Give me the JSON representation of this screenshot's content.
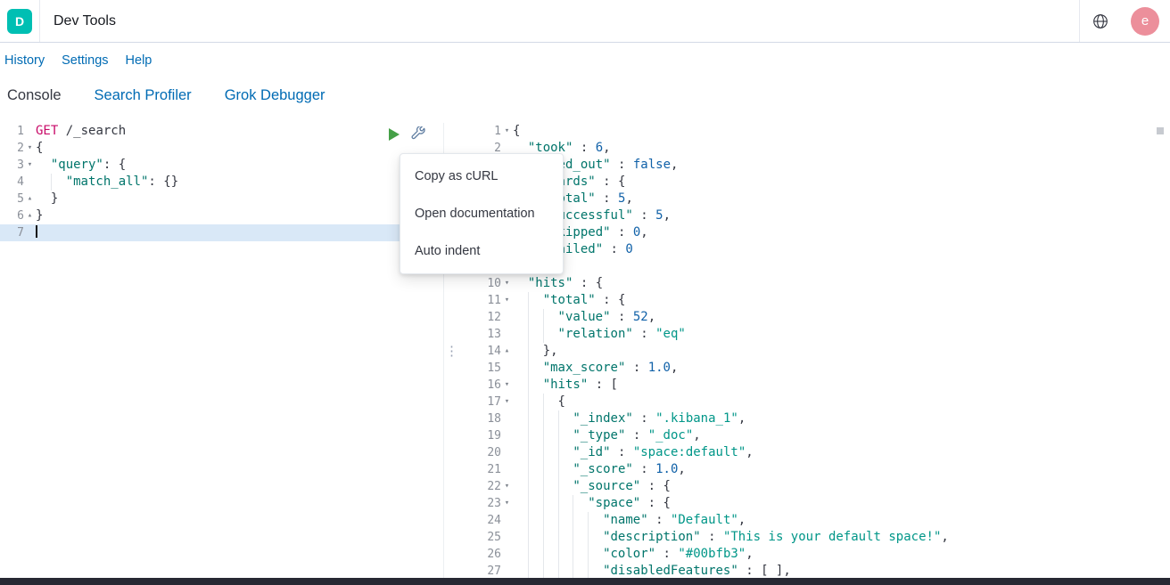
{
  "header": {
    "logo_letter": "D",
    "title": "Dev Tools",
    "avatar_letter": "e"
  },
  "nav": {
    "items": [
      "History",
      "Settings",
      "Help"
    ]
  },
  "tabs": [
    {
      "label": "Console",
      "active": true
    },
    {
      "label": "Search Profiler",
      "active": false
    },
    {
      "label": "Grok Debugger",
      "active": false
    }
  ],
  "icons": {
    "fold_open": "▾",
    "fold_close": "▴",
    "drag_handle": "⋮",
    "play": "play-icon",
    "wrench": "wrench-icon",
    "help": "globe-icon"
  },
  "colors": {
    "accent_teal": "#00bfb3",
    "link_blue": "#006bb4",
    "method_magenta": "#c80a68",
    "key_green": "#00756b",
    "string_teal": "#009688",
    "number_blue": "#1061a8",
    "play_green": "#45a047",
    "avatar_pink": "#ec8f9b"
  },
  "context_menu": {
    "items": [
      "Copy as cURL",
      "Open documentation",
      "Auto indent"
    ]
  },
  "request_editor": {
    "lines": [
      {
        "n": "1",
        "fold": "",
        "ind": 0,
        "seg": [
          [
            "method",
            "GET"
          ],
          [
            "punct",
            " "
          ],
          [
            "url",
            "/_search"
          ]
        ]
      },
      {
        "n": "2",
        "fold": "down",
        "ind": 0,
        "seg": [
          [
            "punct",
            "{"
          ]
        ]
      },
      {
        "n": "3",
        "fold": "down",
        "ind": 1,
        "seg": [
          [
            "key",
            "\"query\""
          ],
          [
            "punct",
            ": {"
          ]
        ]
      },
      {
        "n": "4",
        "fold": "",
        "ind": 2,
        "seg": [
          [
            "key",
            "\"match_all\""
          ],
          [
            "punct",
            ": {}"
          ]
        ]
      },
      {
        "n": "5",
        "fold": "up",
        "ind": 1,
        "seg": [
          [
            "punct",
            "}"
          ]
        ]
      },
      {
        "n": "6",
        "fold": "up",
        "ind": 0,
        "seg": [
          [
            "punct",
            "}"
          ]
        ]
      },
      {
        "n": "7",
        "fold": "",
        "ind": 0,
        "active": true,
        "cursor": true,
        "seg": []
      }
    ]
  },
  "response_editor": {
    "lines": [
      {
        "n": "1",
        "fold": "down",
        "ind": 0,
        "seg": [
          [
            "punct",
            "{"
          ]
        ]
      },
      {
        "n": "2",
        "fold": "",
        "ind": 1,
        "seg": [
          [
            "key",
            "\"took\""
          ],
          [
            "punct",
            " : "
          ],
          [
            "num",
            "6"
          ],
          [
            "punct",
            ","
          ]
        ]
      },
      {
        "n": "3",
        "fold": "",
        "ind": 1,
        "seg": [
          [
            "key",
            "\"timed_out\""
          ],
          [
            "punct",
            " : "
          ],
          [
            "bool",
            "false"
          ],
          [
            "punct",
            ","
          ]
        ]
      },
      {
        "n": "4",
        "fold": "",
        "ind": 1,
        "seg": [
          [
            "key",
            "\"_shards\""
          ],
          [
            "punct",
            " : {"
          ]
        ]
      },
      {
        "n": "5",
        "fold": "",
        "ind": 2,
        "seg": [
          [
            "key",
            "\"total\""
          ],
          [
            "punct",
            " : "
          ],
          [
            "num",
            "5"
          ],
          [
            "punct",
            ","
          ]
        ]
      },
      {
        "n": "6",
        "fold": "",
        "ind": 2,
        "seg": [
          [
            "key",
            "\"successful\""
          ],
          [
            "punct",
            " : "
          ],
          [
            "num",
            "5"
          ],
          [
            "punct",
            ","
          ]
        ]
      },
      {
        "n": "7",
        "fold": "",
        "ind": 2,
        "seg": [
          [
            "key",
            "\"skipped\""
          ],
          [
            "punct",
            " : "
          ],
          [
            "num",
            "0"
          ],
          [
            "punct",
            ","
          ]
        ]
      },
      {
        "n": "8",
        "fold": "",
        "ind": 2,
        "seg": [
          [
            "key",
            "\"failed\""
          ],
          [
            "punct",
            " : "
          ],
          [
            "num",
            "0"
          ]
        ]
      },
      {
        "n": "9",
        "fold": "",
        "ind": 1,
        "seg": [
          [
            "punct",
            "},"
          ]
        ]
      },
      {
        "n": "10",
        "fold": "down",
        "ind": 1,
        "seg": [
          [
            "key",
            "\"hits\""
          ],
          [
            "punct",
            " : {"
          ]
        ]
      },
      {
        "n": "11",
        "fold": "down",
        "ind": 2,
        "seg": [
          [
            "key",
            "\"total\""
          ],
          [
            "punct",
            " : {"
          ]
        ]
      },
      {
        "n": "12",
        "fold": "",
        "ind": 3,
        "seg": [
          [
            "key",
            "\"value\""
          ],
          [
            "punct",
            " : "
          ],
          [
            "num",
            "52"
          ],
          [
            "punct",
            ","
          ]
        ]
      },
      {
        "n": "13",
        "fold": "",
        "ind": 3,
        "seg": [
          [
            "key",
            "\"relation\""
          ],
          [
            "punct",
            " : "
          ],
          [
            "str",
            "\"eq\""
          ]
        ]
      },
      {
        "n": "14",
        "fold": "up",
        "ind": 2,
        "seg": [
          [
            "punct",
            "},"
          ]
        ]
      },
      {
        "n": "15",
        "fold": "",
        "ind": 2,
        "seg": [
          [
            "key",
            "\"max_score\""
          ],
          [
            "punct",
            " : "
          ],
          [
            "num",
            "1.0"
          ],
          [
            "punct",
            ","
          ]
        ]
      },
      {
        "n": "16",
        "fold": "down",
        "ind": 2,
        "seg": [
          [
            "key",
            "\"hits\""
          ],
          [
            "punct",
            " : ["
          ]
        ]
      },
      {
        "n": "17",
        "fold": "down",
        "ind": 3,
        "seg": [
          [
            "punct",
            "{"
          ]
        ]
      },
      {
        "n": "18",
        "fold": "",
        "ind": 4,
        "seg": [
          [
            "key",
            "\"_index\""
          ],
          [
            "punct",
            " : "
          ],
          [
            "str",
            "\".kibana_1\""
          ],
          [
            "punct",
            ","
          ]
        ]
      },
      {
        "n": "19",
        "fold": "",
        "ind": 4,
        "seg": [
          [
            "key",
            "\"_type\""
          ],
          [
            "punct",
            " : "
          ],
          [
            "str",
            "\"_doc\""
          ],
          [
            "punct",
            ","
          ]
        ]
      },
      {
        "n": "20",
        "fold": "",
        "ind": 4,
        "seg": [
          [
            "key",
            "\"_id\""
          ],
          [
            "punct",
            " : "
          ],
          [
            "str",
            "\"space:default\""
          ],
          [
            "punct",
            ","
          ]
        ]
      },
      {
        "n": "21",
        "fold": "",
        "ind": 4,
        "seg": [
          [
            "key",
            "\"_score\""
          ],
          [
            "punct",
            " : "
          ],
          [
            "num",
            "1.0"
          ],
          [
            "punct",
            ","
          ]
        ]
      },
      {
        "n": "22",
        "fold": "down",
        "ind": 4,
        "seg": [
          [
            "key",
            "\"_source\""
          ],
          [
            "punct",
            " : {"
          ]
        ]
      },
      {
        "n": "23",
        "fold": "down",
        "ind": 5,
        "seg": [
          [
            "key",
            "\"space\""
          ],
          [
            "punct",
            " : {"
          ]
        ]
      },
      {
        "n": "24",
        "fold": "",
        "ind": 6,
        "seg": [
          [
            "key",
            "\"name\""
          ],
          [
            "punct",
            " : "
          ],
          [
            "str",
            "\"Default\""
          ],
          [
            "punct",
            ","
          ]
        ]
      },
      {
        "n": "25",
        "fold": "",
        "ind": 6,
        "seg": [
          [
            "key",
            "\"description\""
          ],
          [
            "punct",
            " : "
          ],
          [
            "str",
            "\"This is your default space!\""
          ],
          [
            "punct",
            ","
          ]
        ]
      },
      {
        "n": "26",
        "fold": "",
        "ind": 6,
        "seg": [
          [
            "key",
            "\"color\""
          ],
          [
            "punct",
            " : "
          ],
          [
            "str",
            "\"#00bfb3\""
          ],
          [
            "punct",
            ","
          ]
        ]
      },
      {
        "n": "27",
        "fold": "",
        "ind": 6,
        "seg": [
          [
            "key",
            "\"disabledFeatures\""
          ],
          [
            "punct",
            " : [ ],"
          ]
        ]
      }
    ]
  }
}
